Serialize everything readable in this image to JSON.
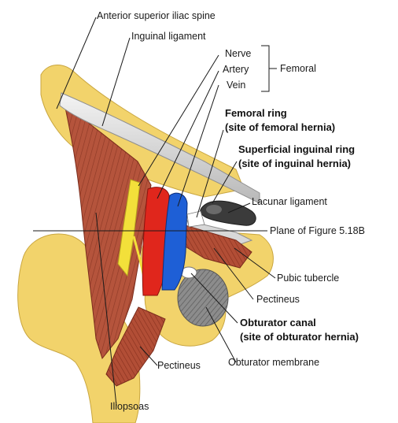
{
  "labels": {
    "asis": "Anterior superior iliac spine",
    "inguinal_ligament": "Inguinal ligament",
    "nerve": "Nerve",
    "artery": "Artery",
    "vein": "Vein",
    "femoral": "Femoral",
    "femoral_ring_1": "Femoral ring",
    "femoral_ring_2": "(site of femoral hernia)",
    "superficial_ring_1": "Superficial inguinal ring",
    "superficial_ring_2": "(site of inguinal hernia)",
    "lacunar": "Lacunar ligament",
    "plane": "Plane of Figure 5.18B",
    "pubic_tubercle": "Pubic tubercle",
    "pectineus_right": "Pectineus",
    "obturator_canal_1": "Obturator canal",
    "obturator_canal_2": "(site of obturator hernia)",
    "obturator_membrane": "Obturator membrane",
    "pectineus_left": "Pectineus",
    "iliopsoas": "Iliopsoas"
  },
  "colors": {
    "bone": "#f2d36b",
    "muscle": "#b5543c",
    "ligament": "#d9d9d9",
    "nerve": "#f3e03a",
    "artery": "#e0261c",
    "vein": "#1e5fd6",
    "membrane": "#8a8a8a"
  }
}
